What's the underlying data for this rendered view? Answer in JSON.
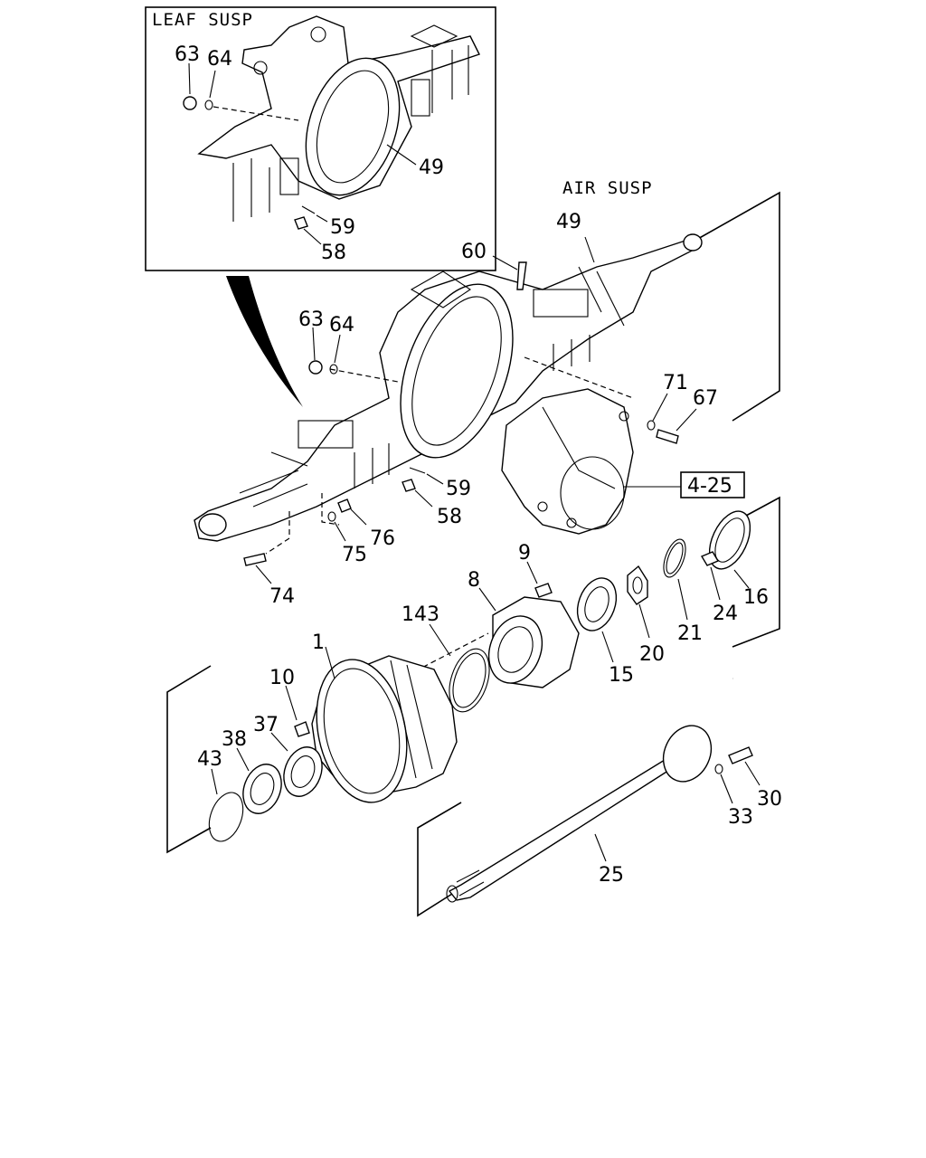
{
  "section_labels": {
    "leaf_susp": "LEAF SUSP",
    "air_susp": "AIR SUSP"
  },
  "ref_box": "4-25",
  "callouts": {
    "p63_inset": "63",
    "p64_inset": "64",
    "p49_inset": "49",
    "p59_inset": "59",
    "p58_inset": "58",
    "p49": "49",
    "p60": "60",
    "p63": "63",
    "p64": "64",
    "p71": "71",
    "p67": "67",
    "p59": "59",
    "p58": "58",
    "p76": "76",
    "p75": "75",
    "p74": "74",
    "p9": "9",
    "p8": "8",
    "p143": "143",
    "p1": "1",
    "p10": "10",
    "p15": "15",
    "p20": "20",
    "p21": "21",
    "p24": "24",
    "p16": "16",
    "p37": "37",
    "p38": "38",
    "p43": "43",
    "p25": "25",
    "p30": "30",
    "p33": "33"
  }
}
